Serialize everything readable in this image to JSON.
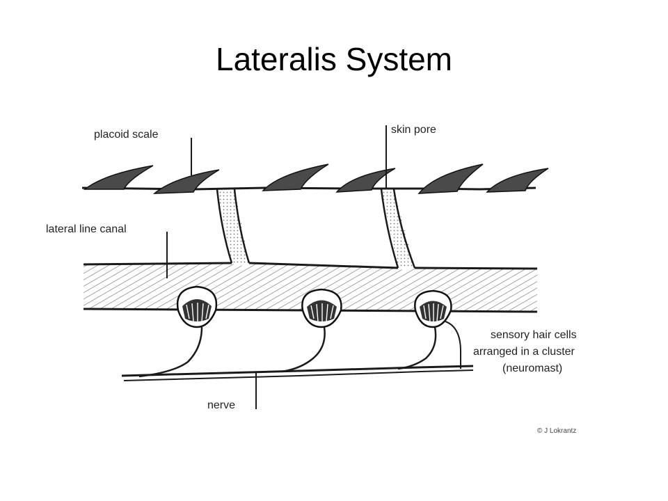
{
  "slide": {
    "title": "Lateralis System"
  },
  "diagram": {
    "labels": {
      "placoid_scale": "placoid scale",
      "skin_pore": "skin pore",
      "lateral_line_canal": "lateral line canal",
      "neuromast_line1": "sensory hair cells",
      "neuromast_line2": "arranged in a cluster",
      "neuromast_line3": "(neuromast)",
      "nerve": "nerve"
    },
    "credit": "© J Lokrantz"
  }
}
